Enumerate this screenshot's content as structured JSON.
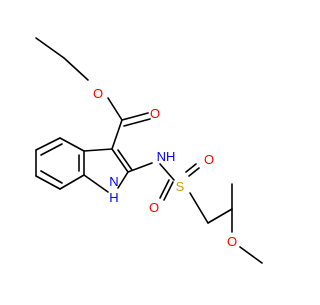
{
  "molecule": {
    "atom_labels": {
      "ester_o": "O",
      "carbonyl_o": "O",
      "nh_amide": "NH",
      "indole_h": "H",
      "indole_n": "N",
      "sulfur": "S",
      "sulfonyl_o_left": "O",
      "sulfonyl_o_right": "O",
      "ether_o": "O"
    },
    "colors": {
      "carbon_bond": "#000000",
      "oxygen": "#ff0000",
      "nitrogen": "#0000ff",
      "sulfur": "#c8a000"
    }
  }
}
